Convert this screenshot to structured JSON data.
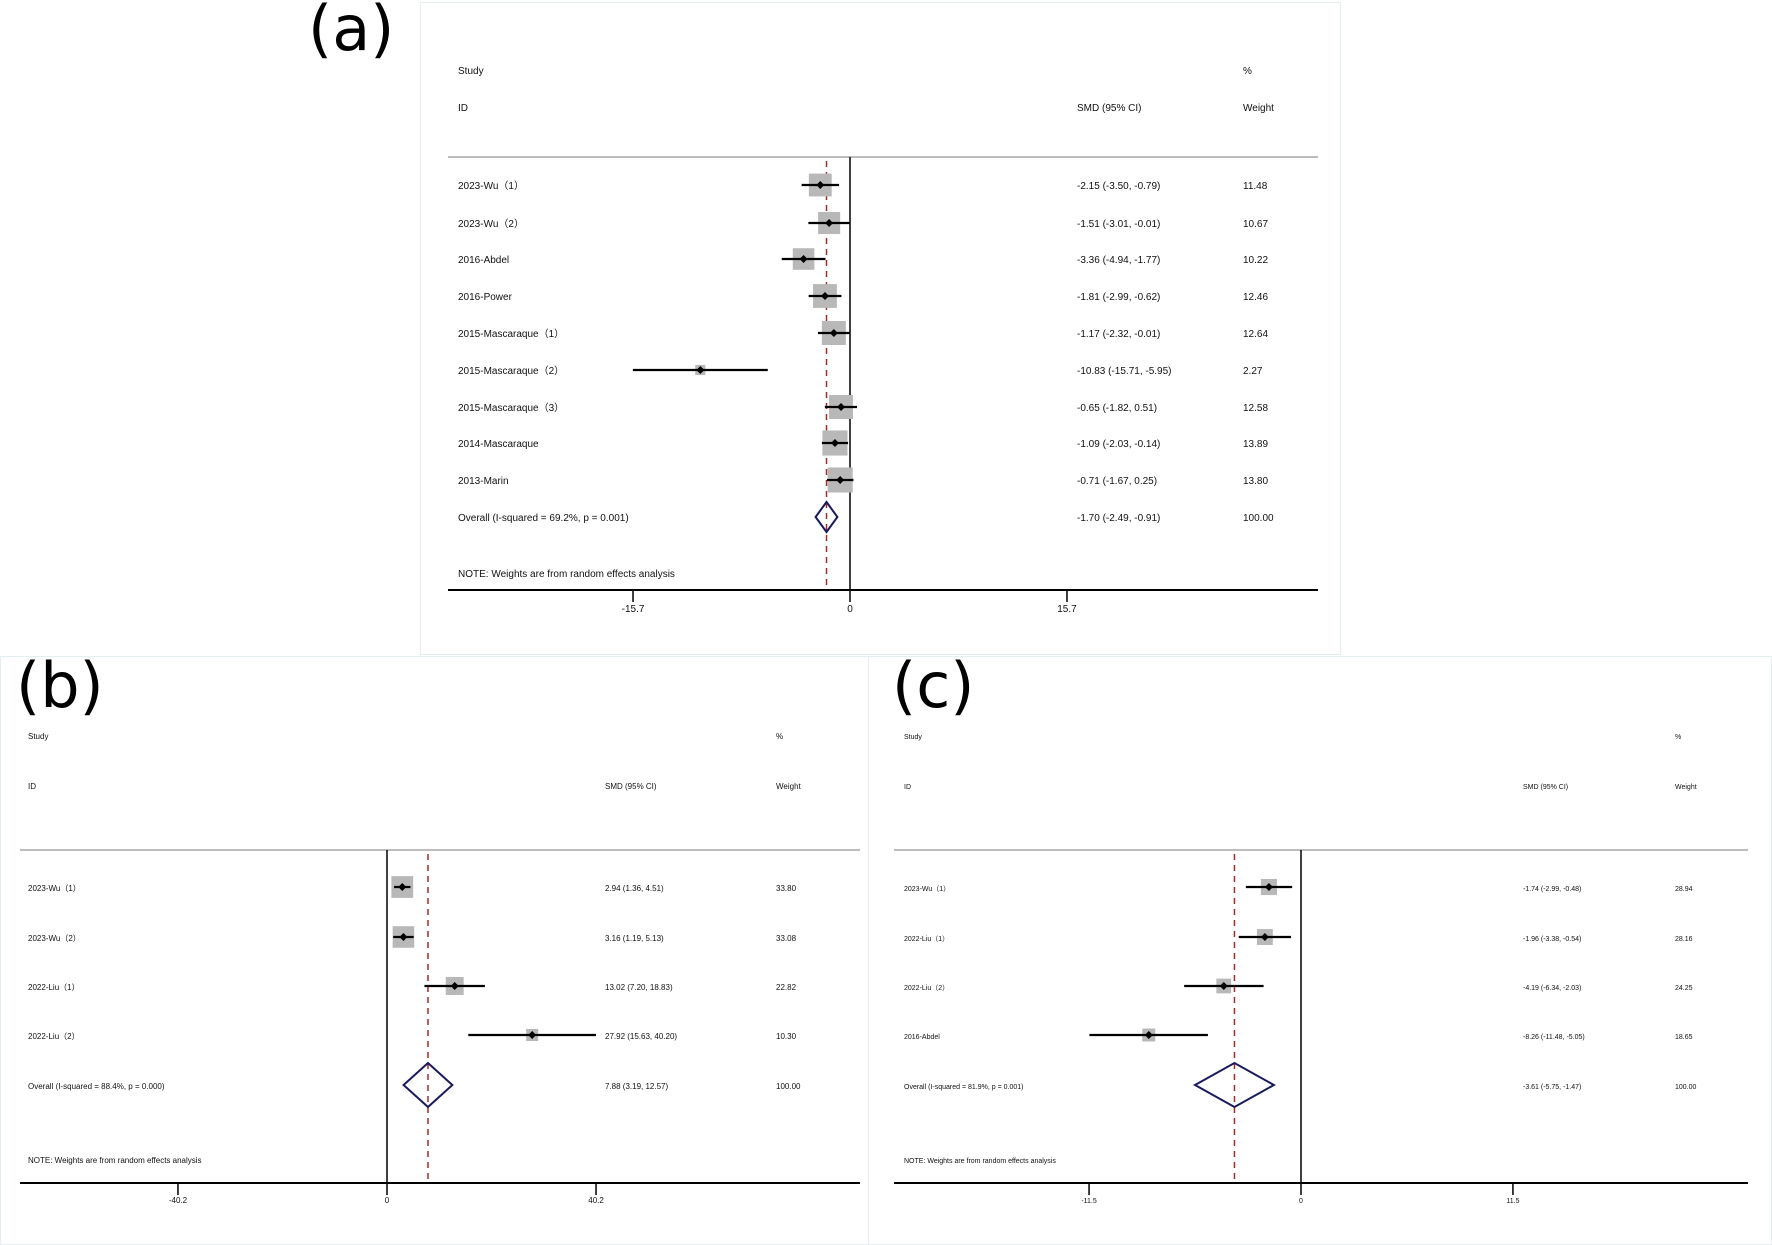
{
  "chart_data": [
    {
      "panel": "(a)",
      "type": "forest",
      "header": {
        "study": "Study",
        "id": "ID",
        "effect": "SMD (95% CI)",
        "pct": "%",
        "weight": "Weight"
      },
      "studies": [
        {
          "label": "2023-Wu（1）",
          "smd": -2.15,
          "lo": -3.5,
          "hi": -0.79,
          "ci_text": "-2.15 (-3.50, -0.79)",
          "weight": "11.48"
        },
        {
          "label": "2023-Wu（2）",
          "smd": -1.51,
          "lo": -3.01,
          "hi": -0.01,
          "ci_text": "-1.51 (-3.01, -0.01)",
          "weight": "10.67"
        },
        {
          "label": "2016-Abdel",
          "smd": -3.36,
          "lo": -4.94,
          "hi": -1.77,
          "ci_text": "-3.36 (-4.94, -1.77)",
          "weight": "10.22"
        },
        {
          "label": "2016-Power",
          "smd": -1.81,
          "lo": -2.99,
          "hi": -0.62,
          "ci_text": "-1.81 (-2.99, -0.62)",
          "weight": "12.46"
        },
        {
          "label": "2015-Mascaraque（1）",
          "smd": -1.17,
          "lo": -2.32,
          "hi": -0.01,
          "ci_text": "-1.17 (-2.32, -0.01)",
          "weight": "12.64"
        },
        {
          "label": "2015-Mascaraque（2）",
          "smd": -10.83,
          "lo": -15.71,
          "hi": -5.95,
          "ci_text": "-10.83 (-15.71, -5.95)",
          "weight": "2.27"
        },
        {
          "label": "2015-Mascaraque（3）",
          "smd": -0.65,
          "lo": -1.82,
          "hi": 0.51,
          "ci_text": "-0.65 (-1.82, 0.51)",
          "weight": "12.58"
        },
        {
          "label": "2014-Mascaraque",
          "smd": -1.09,
          "lo": -2.03,
          "hi": -0.14,
          "ci_text": "-1.09 (-2.03, -0.14)",
          "weight": "13.89"
        },
        {
          "label": "2013-Marin",
          "smd": -0.71,
          "lo": -1.67,
          "hi": 0.25,
          "ci_text": "-0.71 (-1.67, 0.25)",
          "weight": "13.80"
        }
      ],
      "overall": {
        "label": "Overall  (I-squared = 69.2%, p = 0.001)",
        "smd": -1.7,
        "lo": -2.49,
        "hi": -0.91,
        "ci_text": "-1.70 (-2.49, -0.91)",
        "weight": "100.00"
      },
      "note": "NOTE: Weights are from random effects analysis",
      "xticks": [
        "-15.7",
        "0",
        "15.7"
      ],
      "xtick_values": [
        -15.7,
        0,
        15.7
      ]
    },
    {
      "panel": "(b)",
      "type": "forest",
      "header": {
        "study": "Study",
        "id": "ID",
        "effect": "SMD (95% CI)",
        "pct": "%",
        "weight": "Weight"
      },
      "studies": [
        {
          "label": "2023-Wu（1）",
          "smd": 2.94,
          "lo": 1.36,
          "hi": 4.51,
          "ci_text": "2.94 (1.36, 4.51)",
          "weight": "33.80"
        },
        {
          "label": "2023-Wu（2）",
          "smd": 3.16,
          "lo": 1.19,
          "hi": 5.13,
          "ci_text": "3.16 (1.19, 5.13)",
          "weight": "33.08"
        },
        {
          "label": "2022-Liu（1）",
          "smd": 13.02,
          "lo": 7.2,
          "hi": 18.83,
          "ci_text": "13.02 (7.20, 18.83)",
          "weight": "22.82"
        },
        {
          "label": "2022-Liu（2）",
          "smd": 27.92,
          "lo": 15.63,
          "hi": 40.2,
          "ci_text": "27.92 (15.63, 40.20)",
          "weight": "10.30"
        }
      ],
      "overall": {
        "label": "Overall  (I-squared = 88.4%, p = 0.000)",
        "smd": 7.88,
        "lo": 3.19,
        "hi": 12.57,
        "ci_text": "7.88 (3.19, 12.57)",
        "weight": "100.00"
      },
      "note": "NOTE: Weights are from random effects analysis",
      "xticks": [
        "-40.2",
        "0",
        "40.2"
      ],
      "xtick_values": [
        -40.2,
        0,
        40.2
      ]
    },
    {
      "panel": "(c)",
      "type": "forest",
      "header": {
        "study": "Study",
        "id": "ID",
        "effect": "SMD (95% CI)",
        "pct": "%",
        "weight": "Weight"
      },
      "studies": [
        {
          "label": "2023-Wu（1）",
          "smd": -1.74,
          "lo": -2.99,
          "hi": -0.48,
          "ci_text": "-1.74 (-2.99, -0.48)",
          "weight": "28.94"
        },
        {
          "label": "2022-Liu（1）",
          "smd": -1.96,
          "lo": -3.38,
          "hi": -0.54,
          "ci_text": "-1.96 (-3.38, -0.54)",
          "weight": "28.16"
        },
        {
          "label": "2022-Liu（2）",
          "smd": -4.19,
          "lo": -6.34,
          "hi": -2.03,
          "ci_text": "-4.19 (-6.34, -2.03)",
          "weight": "24.25"
        },
        {
          "label": "2016-Abdel",
          "smd": -8.26,
          "lo": -11.48,
          "hi": -5.05,
          "ci_text": "-8.26 (-11.48, -5.05)",
          "weight": "18.65"
        }
      ],
      "overall": {
        "label": "Overall  (I-squared = 81.9%, p = 0.001)",
        "smd": -3.61,
        "lo": -5.75,
        "hi": -1.47,
        "ci_text": "-3.61 (-5.75, -1.47)",
        "weight": "100.00"
      },
      "note": "NOTE: Weights are from random effects analysis",
      "xticks": [
        "-11.5",
        "0",
        "11.5"
      ],
      "xtick_values": [
        -11.5,
        0,
        11.5
      ]
    }
  ],
  "colors": {
    "overall_line": "#a52a2a",
    "diamond": "#1a1a5e",
    "box": "#b8b8b8",
    "axis": "#000000",
    "header_rule": "#bdbdbd"
  }
}
